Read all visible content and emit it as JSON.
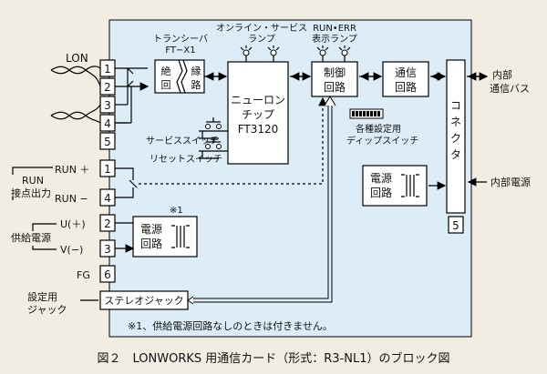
{
  "labels": {
    "lon": "LON",
    "transceiver_1": "トランシーバ",
    "transceiver_2": "FT−X1",
    "online_service_1": "オンライン・サービス",
    "online_service_2": "ランプ",
    "run_err_1": "RUN•ERR",
    "run_err_2": "表示ランプ",
    "isolation_1": "絶",
    "isolation_2": "回",
    "edge_1": "縁",
    "edge_2": "路",
    "neuron_1": "ニューロン",
    "neuron_2": "チップ",
    "neuron_3": "FT3120",
    "control_1": "制御",
    "control_2": "回路",
    "comm_1": "通信",
    "comm_2": "回路",
    "connector": [
      "コ",
      "ネ",
      "ク",
      "タ"
    ],
    "internal_bus_1": "内部",
    "internal_bus_2": "通信バス",
    "internal_power": "内部電源",
    "service_switch": "サービススイッチ",
    "reset_switch": "リセットスイッチ",
    "dip_1": "各種設定用",
    "dip_2": "ディップスイッチ",
    "power_1": "電源",
    "power_2": "回路",
    "run_plus": "RUN ＋",
    "run_minus": "RUN −",
    "run_contact_1": "RUN",
    "run_contact_2": "接点出力",
    "supply_power": "供給電源",
    "u_plus": "U(＋)",
    "v_minus": "V(−)",
    "fg": "FG",
    "setting_jack_1": "設定用",
    "setting_jack_2": "ジャック",
    "stereo_jack": "ステレオジャック",
    "note_mark": "※1",
    "note": "※1、供給電源回路なしのときは付きません。",
    "caption": "図２　LONWORKS 用通信カード（形式：R3-NL1）のブロック図"
  },
  "terminals": {
    "lon": [
      "1",
      "2",
      "3",
      "4",
      "5"
    ],
    "run": [
      "1",
      "4"
    ],
    "power": [
      "2",
      "3",
      "6"
    ],
    "connector": "5"
  }
}
